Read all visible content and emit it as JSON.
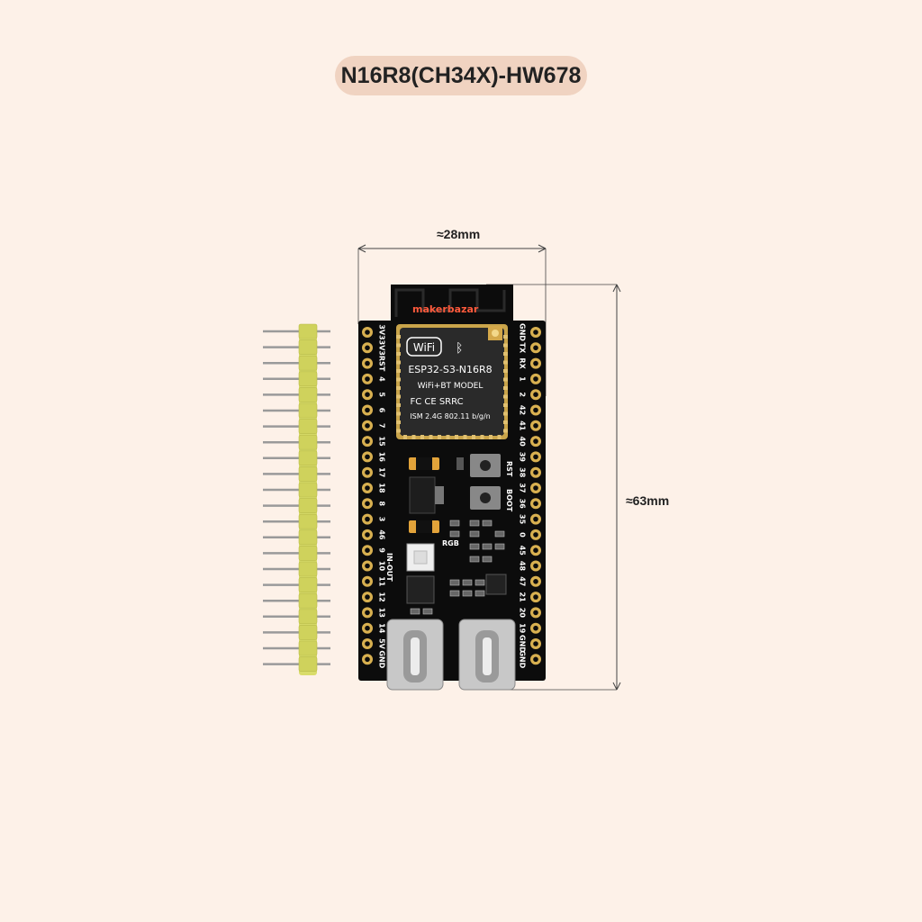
{
  "title": "N16R8(CH34X)-HW678",
  "dimensions": {
    "width": "≈28mm",
    "height": "≈63mm"
  },
  "colors": {
    "background": "#fdf1e8",
    "pill": "#f0d3c1",
    "pcb": "#0c0c0c",
    "header": "#d9dc6a",
    "gold": "#c9a44a"
  },
  "board": {
    "brand": "makerbazar",
    "module": {
      "wifi_logo": "WiFi",
      "model": "ESP32-S3-N16R8",
      "subtitle": "WiFi+BT MODEL",
      "certs": "FC CE SRRC",
      "spec": "ISM 2.4G 802.11 b/g/n"
    },
    "labels": {
      "rst": "RST",
      "boot": "BOOT",
      "rgb": "RGB",
      "in_out": "IN-OUT"
    },
    "left_pins": [
      "3V3",
      "3V3",
      "RST",
      "4",
      "5",
      "6",
      "7",
      "15",
      "16",
      "17",
      "18",
      "8",
      "3",
      "46",
      "9",
      "10",
      "11",
      "12",
      "13",
      "14",
      "5V",
      "GND"
    ],
    "right_pins": [
      "GND",
      "TX",
      "RX",
      "1",
      "2",
      "42",
      "41",
      "40",
      "39",
      "38",
      "37",
      "36",
      "35",
      "0",
      "45",
      "48",
      "47",
      "21",
      "20",
      "19",
      "GND",
      "GND"
    ]
  }
}
